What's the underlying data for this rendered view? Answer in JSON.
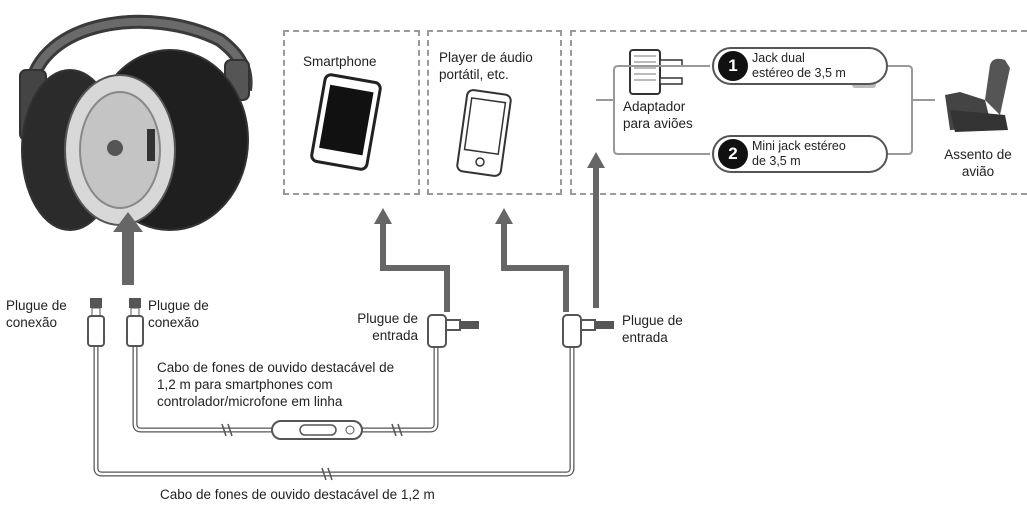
{
  "devices": {
    "smartphone": "Smartphone",
    "player": "Player de áudio portátil, etc."
  },
  "airplane": {
    "adapter_label": "Adaptador para aviões",
    "seat_label": "Assento de avião",
    "option1": {
      "number": "1",
      "text": "Jack dual estéreo de 3,5 m"
    },
    "option2": {
      "number": "2",
      "text": "Mini jack estéreo de 3,5 m"
    }
  },
  "plugs": {
    "connection_left": "Plugue de conexão",
    "connection_right": "Plugue de conexão",
    "input_left": "Plugue de entrada",
    "input_right": "Plugue de entrada"
  },
  "cables": {
    "smartphone_cable": "Cabo de fones de ouvido destacável de 1,2 m para smartphones com controlador/microfone em linha",
    "standard_cable": "Cabo de fones de ouvido destacável de 1,2 m"
  },
  "colors": {
    "arrow": "#666666",
    "dashed_border": "#9a9a9a",
    "cable": "#555555"
  }
}
